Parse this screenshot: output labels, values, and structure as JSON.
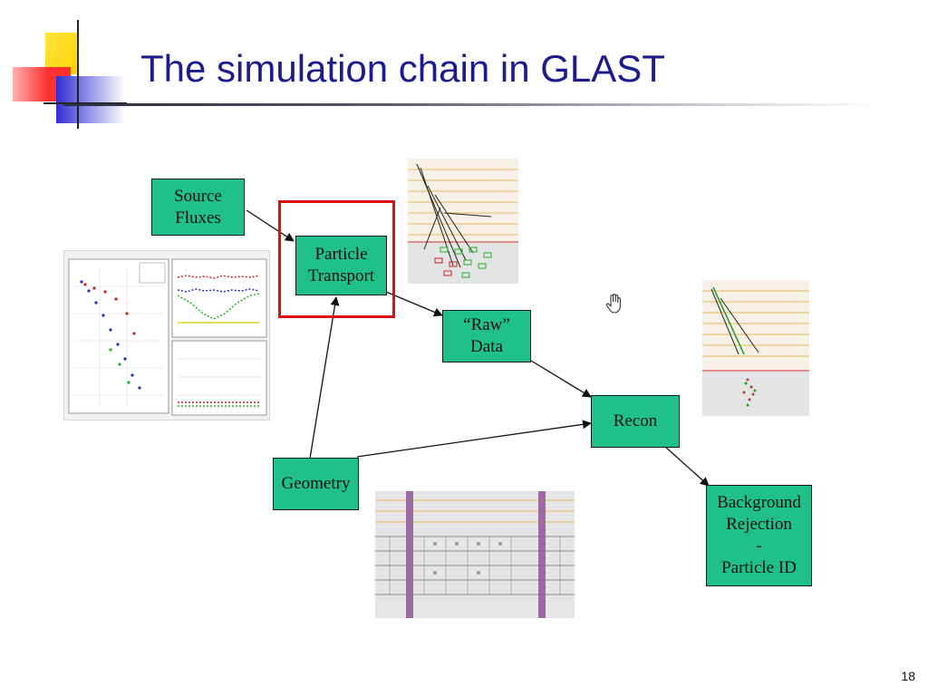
{
  "title": "The simulation chain in GLAST",
  "page_number": "18",
  "nodes": {
    "source_fluxes": "Source\nFluxes",
    "particle_transport": "Particle\nTransport",
    "raw_data": "“Raw”\nData",
    "recon": "Recon",
    "geometry": "Geometry",
    "background_rejection": "Background\nRejection\n-\nParticle ID"
  },
  "colors": {
    "title": "#1c1c8c",
    "node_fill": "#1fc08a",
    "highlight": "#e01010"
  },
  "icons": [
    "hand-cursor-icon"
  ]
}
